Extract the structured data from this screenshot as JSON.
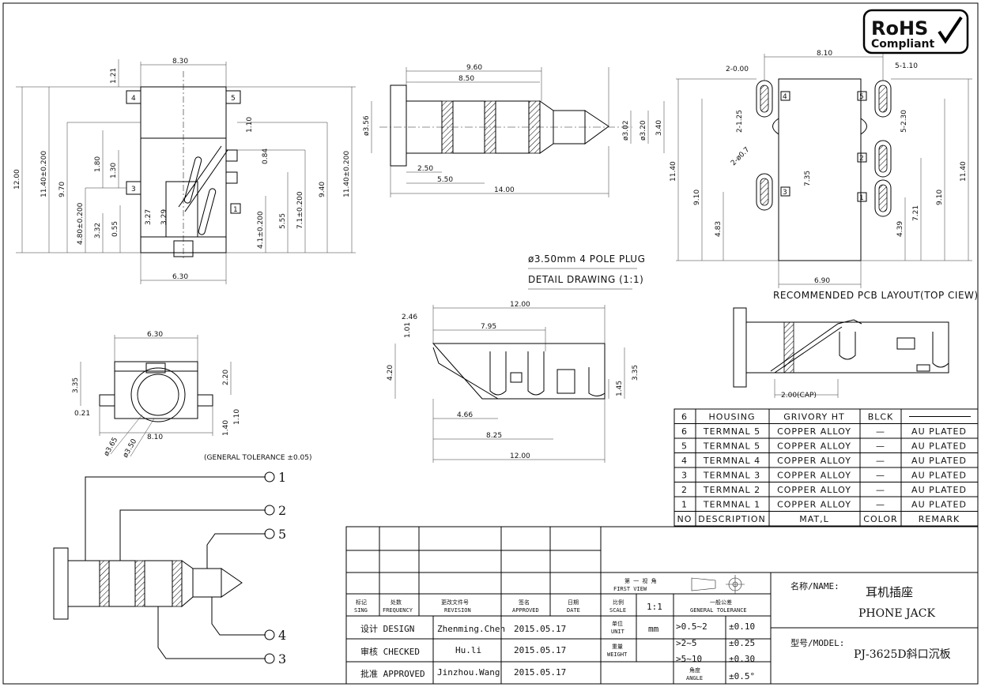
{
  "rohs": {
    "line1": "RoHS",
    "line2": "Compliant"
  },
  "views": {
    "plug_title": "ø3.50mm 4 POLE PLUG",
    "plug_sub": "DETAIL DRAWING (1:1)",
    "pcb_title": "RECOMMENDED PCB LAYOUT(TOP CIEW)",
    "tolerance": "(GENERAL TOLERANCE ±0.05)",
    "side_dim": "2.00(CAP)"
  },
  "dims": {
    "top_w": "8.30",
    "top_bottom": "6.30",
    "top_l1": "12.00",
    "top_l2": "11.40±0.200",
    "top_l3": "9.70",
    "top_l4": "4.80±0.200",
    "top_l5": "3.32",
    "top_l6": "0.55",
    "top_r1": "11.40±0.200",
    "top_r2": "9.40",
    "top_r3": "7.1±0.200",
    "top_r4": "5.55",
    "top_r5": "4.1±0.200",
    "top_a": "1.21",
    "top_b": "1.80",
    "top_c": "1.30",
    "top_d": "0.84",
    "top_e": "1.10",
    "top_f": "3.27",
    "top_g": "3.29",
    "plug_960": "9.60",
    "plug_850": "8.50",
    "plug_14": "14.00",
    "plug_550": "5.50",
    "plug_250": "2.50",
    "plug_356": "ø3.56",
    "plug_302": "ø3.02",
    "plug_320": "ø3.20",
    "plug_340": "3.40",
    "front_w": "6.30",
    "front_810": "8.10",
    "front_335": "3.35",
    "front_220": "2.20",
    "front_021": "0.21",
    "front_140": "1.40",
    "front_010": "1.10",
    "front_365": "ø3.65",
    "front_350": "ø3.50",
    "side_12": "12.00",
    "side_795": "7.95",
    "side_246": "2.46",
    "side_101": "1.01",
    "side_420": "4.20",
    "side_335": "3.35",
    "side_145": "1.45",
    "side_466": "4.66",
    "side_825": "8.25",
    "side_12b": "12.00",
    "pcb_810": "8.10",
    "pcb_690": "6.90",
    "pcb_1140": "11.40",
    "pcb_910": "9.10",
    "pcb_483": "4.83",
    "pcb_1140r": "11.40",
    "pcb_910r": "9.10",
    "pcb_735": "7.35",
    "pcb_439": "4.39",
    "pcb_721": "7.21",
    "pcb_005": "2-0.00",
    "pcb_125": "2-1.25",
    "pcb_200": "2-ø0.7",
    "pcb_110": "5-1.10",
    "pcb_230": "5-2.30"
  },
  "pins": [
    "1",
    "2",
    "5",
    "4",
    "3"
  ],
  "pcb_pins": [
    "4",
    "3",
    "5",
    "2",
    "1"
  ],
  "bom": {
    "header": [
      "NO",
      "DESCRIPTION",
      "MAT,L",
      "COLOR",
      "REMARK"
    ],
    "rows": [
      [
        "6",
        "HOUSING",
        "GRIVORY HT",
        "BLCK",
        ""
      ],
      [
        "6",
        "TERMNAL 5",
        "COPPER ALLOY",
        "—",
        "AU PLATED"
      ],
      [
        "5",
        "TERMNAL 5",
        "COPPER ALLOY",
        "—",
        "AU PLATED"
      ],
      [
        "4",
        "TERMNAL 4",
        "COPPER ALLOY",
        "—",
        "AU PLATED"
      ],
      [
        "3",
        "TERMNAL 3",
        "COPPER ALLOY",
        "—",
        "AU PLATED"
      ],
      [
        "2",
        "TERMNAL 2",
        "COPPER ALLOY",
        "—",
        "AU PLATED"
      ],
      [
        "1",
        "TERMNAL 1",
        "COPPER ALLOY",
        "—",
        "AU PLATED"
      ]
    ]
  },
  "title_block": {
    "h_mark_cn": "标记",
    "h_mark_en": "SING",
    "h_freq_cn": "处数",
    "h_freq_en": "FREQUENCY",
    "h_rev_cn": "更改文件号",
    "h_rev_en": "REVISION",
    "h_appr_cn": "签名",
    "h_appr_en": "APPROVED",
    "h_date_cn": "日期",
    "h_date_en": "DATE",
    "design": "设计 DESIGN",
    "design_name": "Zhenming.Chen",
    "design_date": "2015.05.17",
    "checked": "审核 CHECKED",
    "checked_name": "Hu.li",
    "checked_date": "2015.05.17",
    "approved": "批准 APPROVED",
    "approved_name": "Jinzhou.Wang",
    "approved_date": "2015.05.17",
    "fv_cn": "第 一 视 角",
    "fv_en": "FIRST VIEW",
    "scale_cn": "比例",
    "scale_en": "SCALE",
    "scale": "1:1",
    "unit_cn": "单位",
    "unit_en": "UNIT",
    "unit": "mm",
    "weight_cn": "重量",
    "weight_en": "WEIGHT",
    "angle_cn": "角度",
    "angle_en": "ANGLE",
    "gt_cn": "一般公差",
    "gt_en": "GENERAL TOLERANCE",
    "tol": [
      [
        ">0.5~2",
        "±0.10"
      ],
      [
        ">2~5",
        "±0.25"
      ],
      [
        ">5~10",
        "±0.30"
      ]
    ],
    "angle_tol": "±0.5°",
    "name_label": "名称/NAME:",
    "name_cn": "耳机插座",
    "name_en": "PHONE JACK",
    "model_label": "型号/MODEL:",
    "model": "PJ-3625D斜口沉板"
  }
}
